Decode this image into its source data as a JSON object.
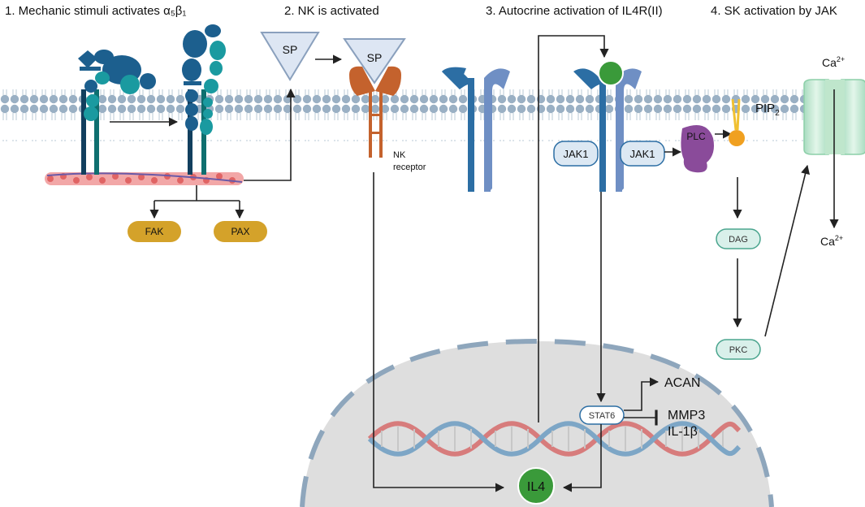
{
  "steps": {
    "step1": "1.  Mechanic stimuli  activates α₅β₁",
    "step2": "2. NK is activated",
    "step3": "3. Autocrine activation of IL4R(II)",
    "step4": "4. SK activation by JAK"
  },
  "labels": {
    "sp": "SP",
    "nk_receptor_line1": "NK",
    "nk_receptor_line2": "receptor",
    "fak": "FAK",
    "pax": "PAX",
    "jak1": "JAK1",
    "plc": "PLC",
    "pip": "PIP",
    "pip_sub": "2",
    "ca": "Ca",
    "ca_sup": "2+",
    "dag": "DAG",
    "pkc": "PKC",
    "acan": "ACAN",
    "mmp3": "MMP3",
    "il1b": "IL-1β",
    "stat6": "STAT6",
    "il4": "IL4"
  },
  "colors": {
    "membrane": "#9ab0c4",
    "integrin_dark": "#1c5f8e",
    "integrin_teal": "#1a9aa0",
    "nk_receptor": "#c4622d",
    "il4r": "#2c6ea4",
    "il4r_light": "#6f8fc4",
    "jak_pill": "#dce8f3",
    "plc": "#8a4b9a",
    "pip": "#f0a020",
    "ca_channel": "#c8ecd5",
    "fak_pax": "#d4a22a",
    "dag_pkc": "#d9f0ea",
    "nucleus": "#dedede",
    "il4": "#3a9a3a",
    "dna_red": "#d77c7c",
    "dna_blue": "#7da6c6"
  }
}
